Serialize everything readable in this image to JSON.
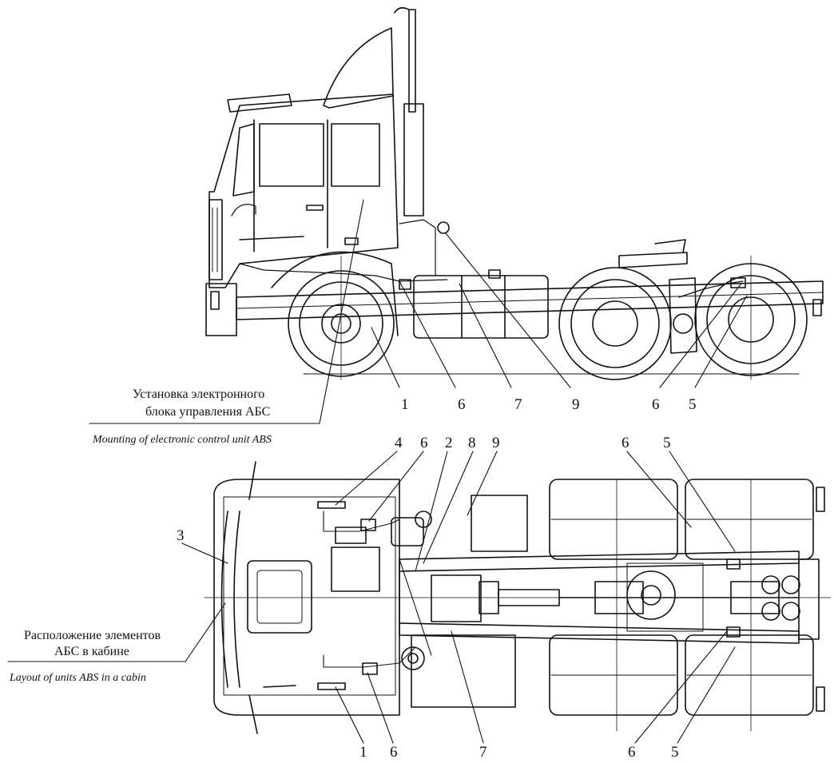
{
  "captions": {
    "side_ru_line1": "Установка электронного",
    "side_ru_line2": "блока управления АБС",
    "side_en": "Mounting of electronic control unit ABS",
    "top_ru_line1": "Расположение элементов",
    "top_ru_line2": "АБС в кабине",
    "top_en": "Layout of units ABS in a cabin"
  },
  "callouts_side": [
    "1",
    "6",
    "7",
    "9",
    "6",
    "5"
  ],
  "callouts_top_upper": [
    "4",
    "6",
    "2",
    "8",
    "9",
    "6",
    "5"
  ],
  "callouts_top_left": [
    "3"
  ],
  "callouts_top_lower": [
    "1",
    "6",
    "7",
    "6",
    "5"
  ],
  "colors": {
    "ink": "#111111",
    "paper": "#ffffff"
  }
}
